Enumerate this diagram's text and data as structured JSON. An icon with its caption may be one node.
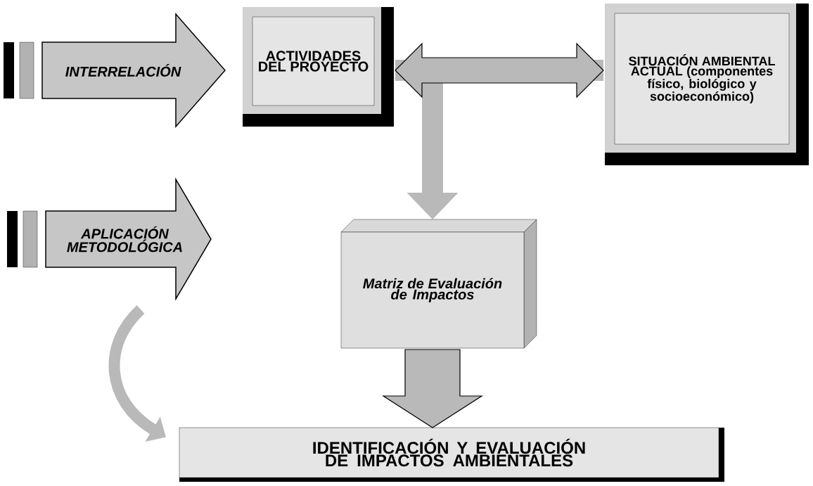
{
  "diagram": {
    "nodes": [
      {
        "text": [
          "INTERRELACIÓN"
        ]
      },
      {
        "text": [
          "ACTIVIDADES DEL PROYECTO"
        ]
      },
      {
        "text": [
          "SITUACIÓN AMBIENTAL ACTUAL (componentes físico, biológico y socioeconómico)"
        ]
      },
      {
        "text": [
          "APLICACIÓN METODOLÓGICA"
        ]
      },
      {
        "text": [
          "Matriz de Evaluación de Impactos"
        ]
      },
      {
        "text": [
          "IDENTIFICACIÓN Y EVALUACIÓN DE IMPACTOS AMBIENTALES"
        ]
      }
    ],
    "edges": [
      {
        "from": 1,
        "to": 2,
        "arrow": "both"
      },
      {
        "from": 1,
        "to": 4,
        "arrow": "to"
      },
      {
        "from": 2,
        "to": 4,
        "arrow": "to"
      },
      {
        "from": 4,
        "to": 5,
        "arrow": "to",
        "style": "thick"
      },
      {
        "from": 3,
        "to": 5,
        "arrow": "to"
      }
    ]
  }
}
